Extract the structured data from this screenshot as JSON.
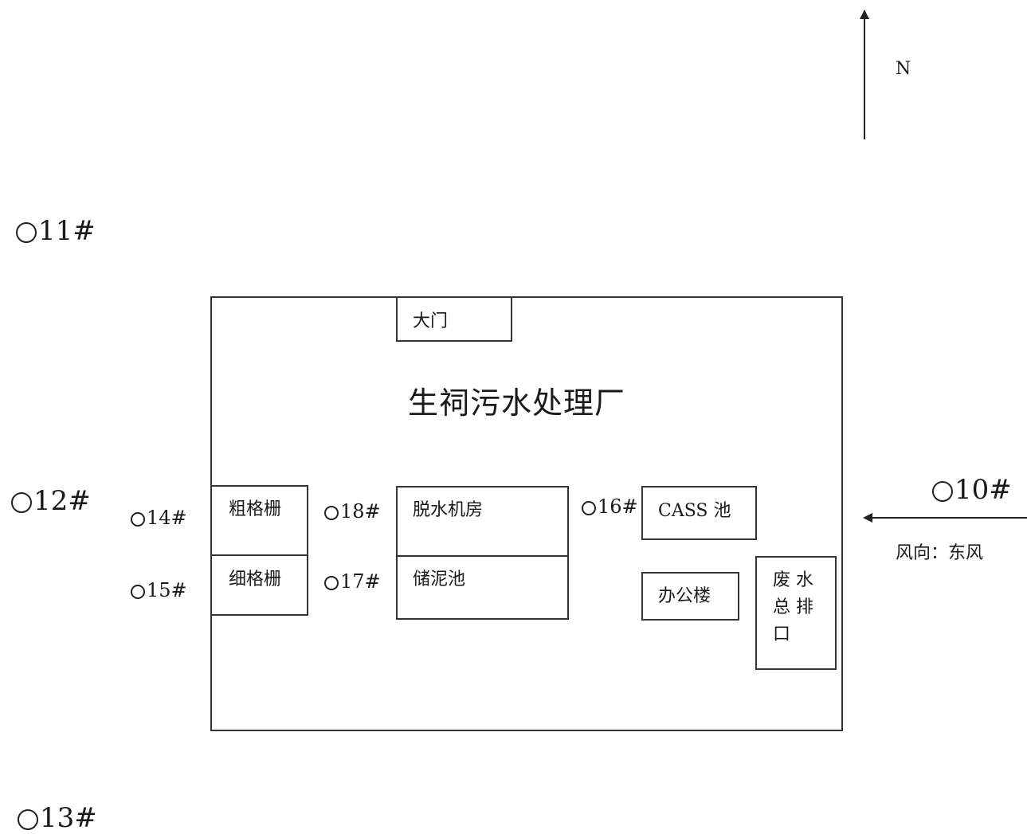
{
  "north": {
    "label": "N"
  },
  "wind": {
    "label": "风向：东风"
  },
  "plant": {
    "title": "生祠污水处理厂",
    "gate": "大门",
    "coarse_screen": "粗格栅",
    "fine_screen": "细格栅",
    "dewatering_room": "脱水机房",
    "sludge_tank": "储泥池",
    "cass_tank": "CASS 池",
    "office": "办公楼",
    "outfall": [
      "废 水",
      "总 排",
      "口"
    ]
  },
  "points": {
    "p10": "10#",
    "p11": "11#",
    "p12": "12#",
    "p13": "13#",
    "p14": "14#",
    "p15": "15#",
    "p16": "16#",
    "p17": "17#",
    "p18": "18#"
  }
}
